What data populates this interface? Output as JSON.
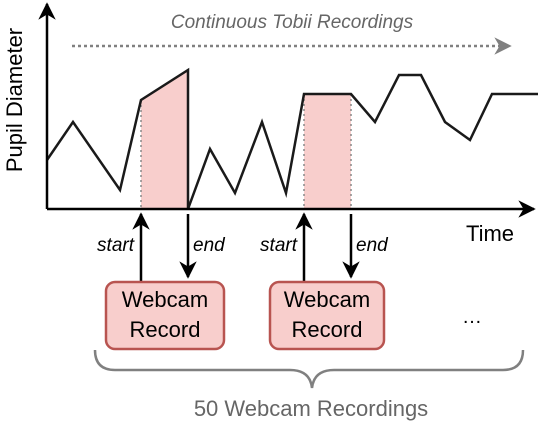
{
  "y_axis_label": "Pupil Diameter",
  "x_axis_label": "Time",
  "top_label": "Continuous Tobii Recordings",
  "start_label": "start",
  "end_label": "end",
  "webcam_box": {
    "line1": "Webcam",
    "line2": "Record"
  },
  "ellipsis": "…",
  "bottom_label": "50 Webcam Recordings",
  "colors": {
    "axis": "#000000",
    "signal": "#1a1a1a",
    "highlight_fill": "#f8cecc",
    "box_fill": "#f8cecc",
    "box_stroke": "#b85450",
    "muted_text": "#666666",
    "dotted_arrow": "#808080",
    "brace": "#808080"
  }
}
